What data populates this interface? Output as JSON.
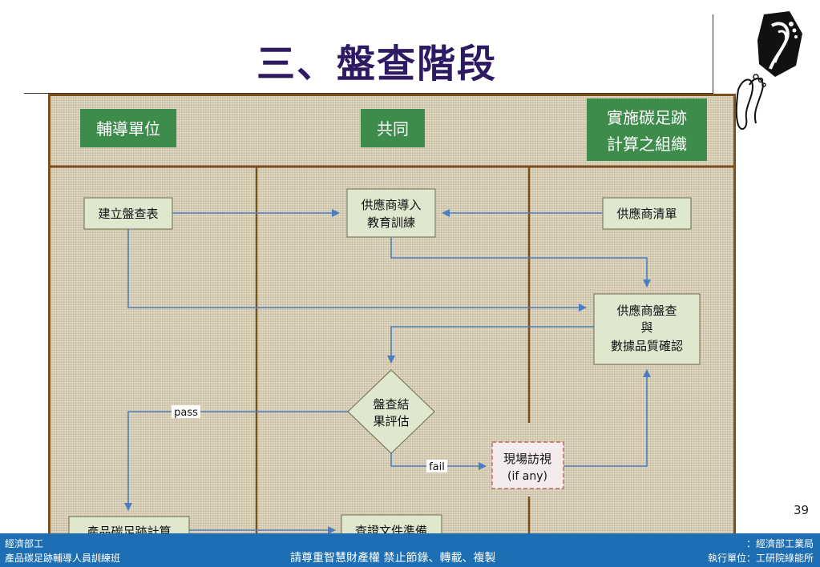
{
  "title": "三、盤查階段",
  "page_number": "39",
  "lanes": {
    "left": "輔導單位",
    "middle": "共同",
    "right_line1": "實施碳足跡",
    "right_line2": "計算之組織"
  },
  "nodes": {
    "build_table": "建立盤查表",
    "supplier_training_line1": "供應商導入",
    "supplier_training_line2": "教育訓練",
    "supplier_list": "供應商清單",
    "supplier_audit_line1": "供應商盤查",
    "supplier_audit_line2": "與",
    "supplier_audit_line3": "數據品質確認",
    "evaluate_line1": "盤查結",
    "evaluate_line2": "果評估",
    "site_visit_line1": "現場訪視",
    "site_visit_line2": "(if any)",
    "product_calc": "產品碳足跡計算",
    "doc_prep": "查證文件準備"
  },
  "edge_labels": {
    "pass": "pass",
    "fail": "fail"
  },
  "footer": {
    "left_top": "經濟部工",
    "left_bottom": "產品碳足跡輔導人員訓練班",
    "center": "請尊重智慧財產權 禁止節錄、轉載、複製",
    "right_top": "：經濟部工業局",
    "right_bottom": "執行單位：工研院綠能所"
  },
  "colors": {
    "title": "#2e1a63",
    "lane_header": "#3d8c4c",
    "node_fill": "#dfe7cf",
    "arrow": "#4a7ec0",
    "footer": "#1e6eb3"
  }
}
